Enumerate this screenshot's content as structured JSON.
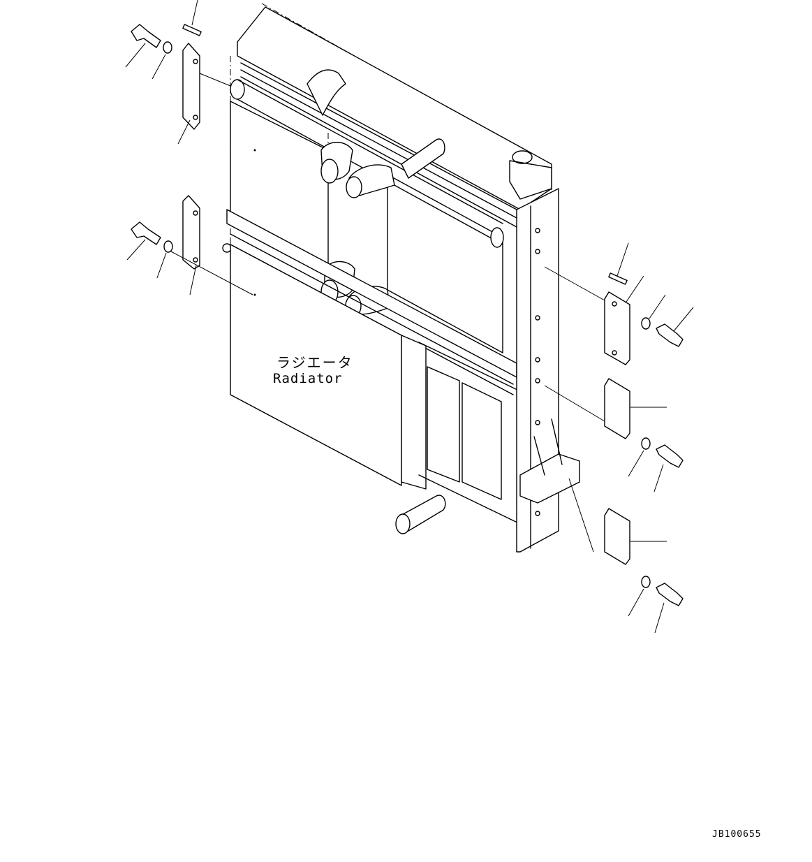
{
  "labels": {
    "radiator_jp": "ラジエータ",
    "radiator_en": "Radiator"
  },
  "drawing_code": "JB100655"
}
